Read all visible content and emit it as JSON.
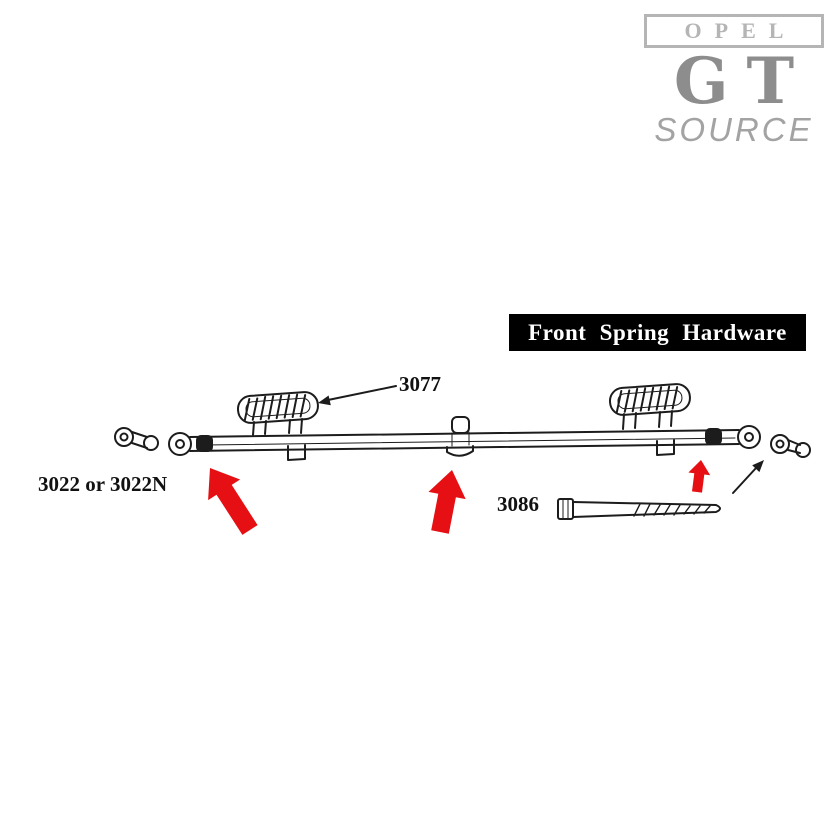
{
  "logo": {
    "brand": "OPEL",
    "model": "GT",
    "suffix": "SOURCE"
  },
  "title": "Front Spring Hardware",
  "labels": {
    "pad_part": "3077",
    "eye_bolt_part": "3022 or 3022N",
    "center_bolt_part": "3086"
  },
  "colors": {
    "background": "#ffffff",
    "line_black": "#1c1c1c",
    "arrow_red": "#e60f13",
    "title_bg": "#000000",
    "title_text": "#ffffff",
    "logo_gray": "#9b9b9b"
  }
}
